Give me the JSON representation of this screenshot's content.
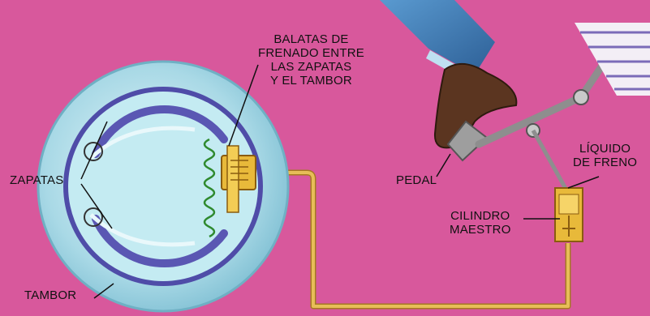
{
  "labels": {
    "balatas": "BALATAS DE\nFRENADO ENTRE\nLAS ZAPATAS\nY EL TAMBOR",
    "zapatas": "ZAPATAS",
    "tambor": "TAMBOR",
    "pedal": "PEDAL",
    "liquido": "LÍQUIDO\nDE FRENO",
    "cilindro": "CILINDRO\nMAESTRO"
  },
  "colors": {
    "background": "#d8589c",
    "drum_outer": "#9fd2e0",
    "drum_inner": "#cdeef3",
    "shoe_lining": "#5a57b3",
    "brake_line": "#d4a23a",
    "cylinder": "#e8b93a",
    "linkage": "#a8a8a8",
    "shoe": "#5b3520",
    "trouser": "#3f7fb8"
  },
  "icons": [
    "brake-drum-icon",
    "shoe-icon",
    "pedal-icon",
    "master-cylinder-icon"
  ]
}
